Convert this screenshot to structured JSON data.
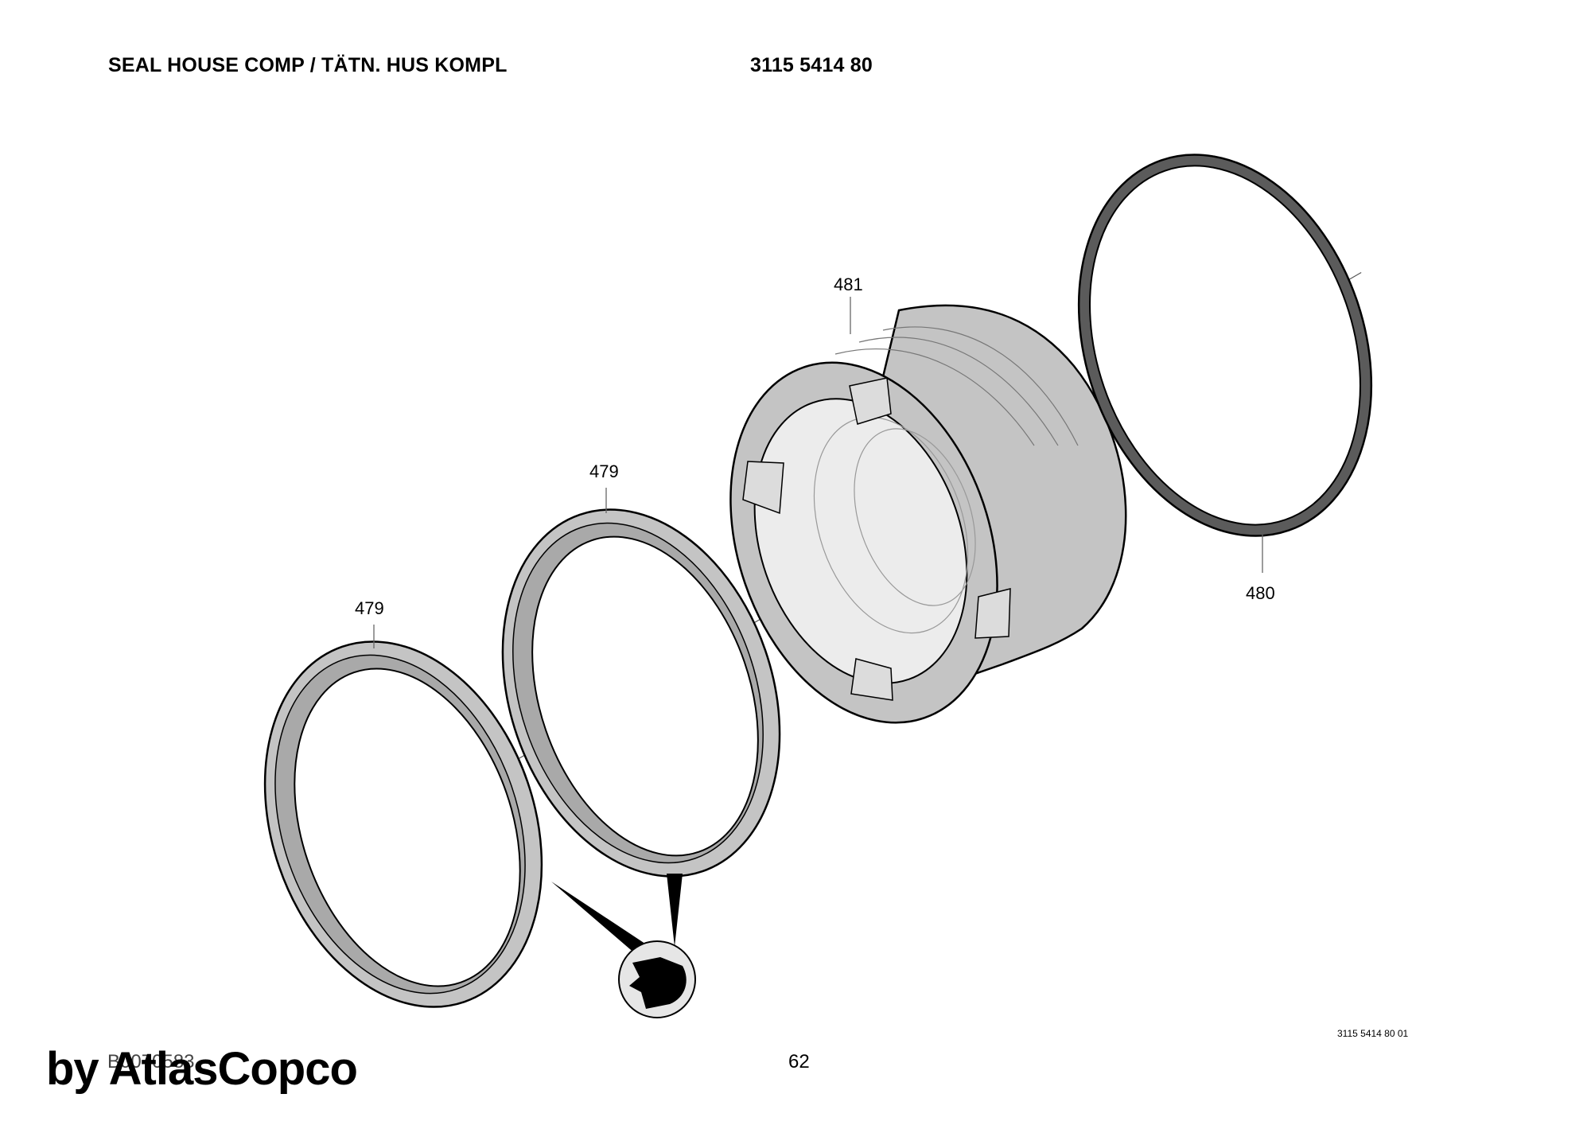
{
  "header": {
    "title": "SEAL HOUSE COMP / TÄTN. HUS KOMPL",
    "part_number": "3115 5414 80"
  },
  "callouts": {
    "ring_front": "479",
    "ring_middle": "479",
    "seal_house": "481",
    "o_ring": "480"
  },
  "footer": {
    "drawing_code": "B0070583",
    "page_number": "62",
    "reference_code": "3115 5414 80 01",
    "watermark": "by AtlasCopco"
  },
  "colors": {
    "part_fill": "#c4c4c4",
    "part_shade": "#a9a9a9",
    "bore_fill": "#ececec",
    "o_ring_fill": "#5b5b5b",
    "outline": "#000000"
  },
  "icons": {
    "lubricate_symbol": "grease-icon"
  }
}
